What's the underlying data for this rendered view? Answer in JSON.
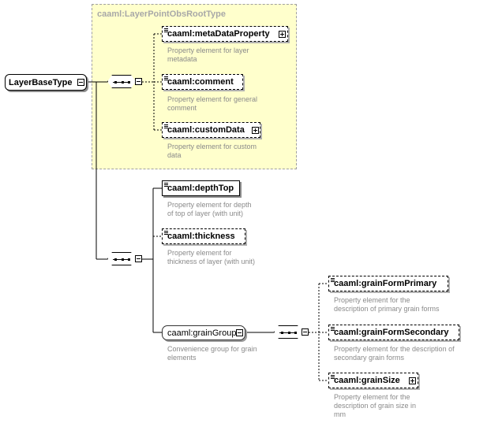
{
  "root": {
    "name": "LayerBaseType"
  },
  "type_box": {
    "label": "caaml:LayerPointObsRootType"
  },
  "elements": {
    "metaDataProperty": {
      "name": "caaml:metaDataProperty",
      "doc": "Property element for layer\nmetadata"
    },
    "comment": {
      "name": "caaml:comment",
      "doc": "Property element for general\ncomment"
    },
    "customData": {
      "name": "caaml:customData",
      "doc": "Property element for custom\ndata"
    },
    "depthTop": {
      "name": "caaml:depthTop",
      "doc": "Property element for depth\nof top of layer (with unit)"
    },
    "thickness": {
      "name": "caaml:thickness",
      "doc": "Property element for\nthickness of layer (with unit)"
    },
    "grainGroup": {
      "name": "caaml:grainGroup",
      "doc": "Convenience group for grain\nelements"
    },
    "grainFormPrimary": {
      "name": "caaml:grainFormPrimary",
      "doc": "Property element for the\ndescription of primary grain forms"
    },
    "grainFormSecondary": {
      "name": "caaml:grainFormSecondary",
      "doc": "Property element for the description of\nsecondary grain forms"
    },
    "grainSize": {
      "name": "caaml:grainSize",
      "doc": "Property element for the\ndescription of grain size in\nmm"
    }
  }
}
